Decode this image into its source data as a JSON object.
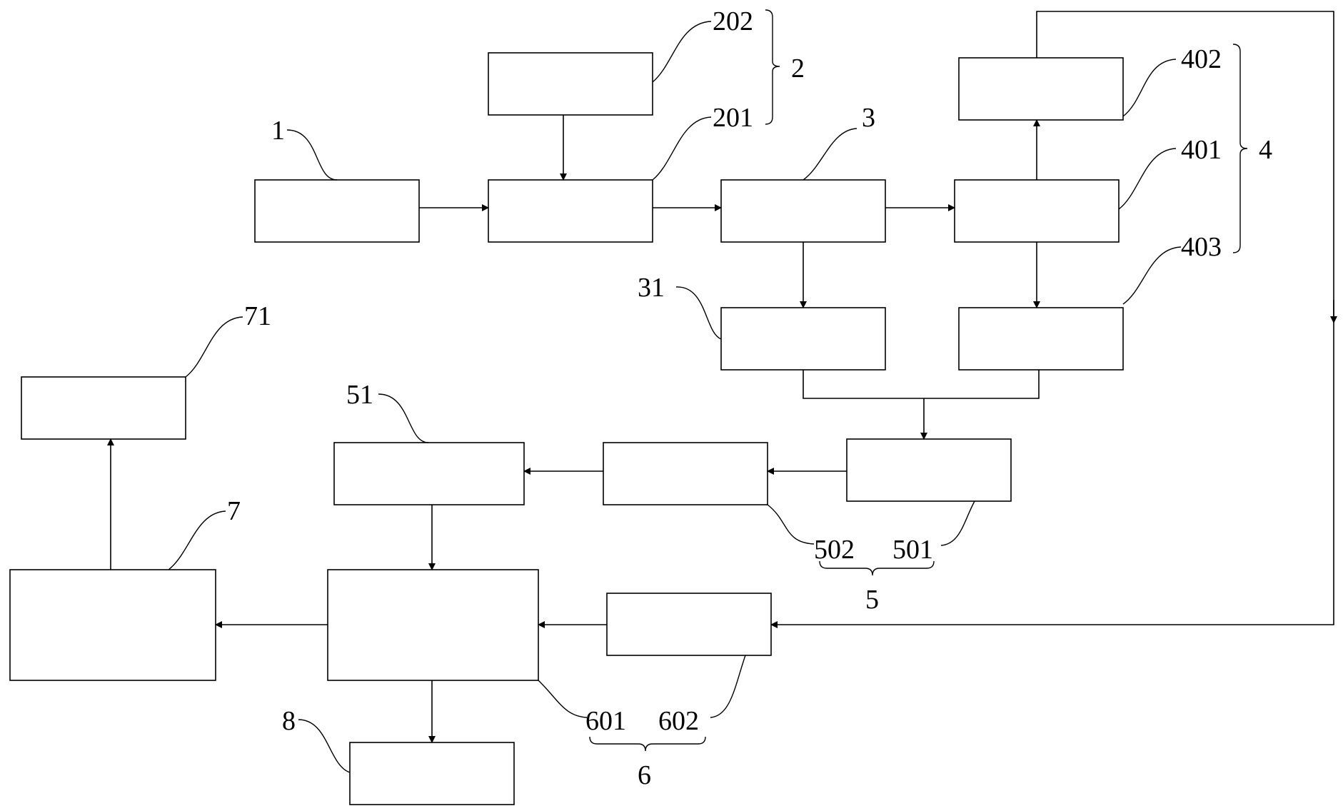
{
  "diagram": {
    "labels": {
      "n1": "1",
      "n2": "2",
      "n201": "201",
      "n202": "202",
      "n3": "3",
      "n31": "31",
      "n4": "4",
      "n401": "401",
      "n402": "402",
      "n403": "403",
      "n5": "5",
      "n501": "501",
      "n502": "502",
      "n51": "51",
      "n6": "6",
      "n601": "601",
      "n602": "602",
      "n7": "7",
      "n71": "71",
      "n8": "8"
    }
  }
}
